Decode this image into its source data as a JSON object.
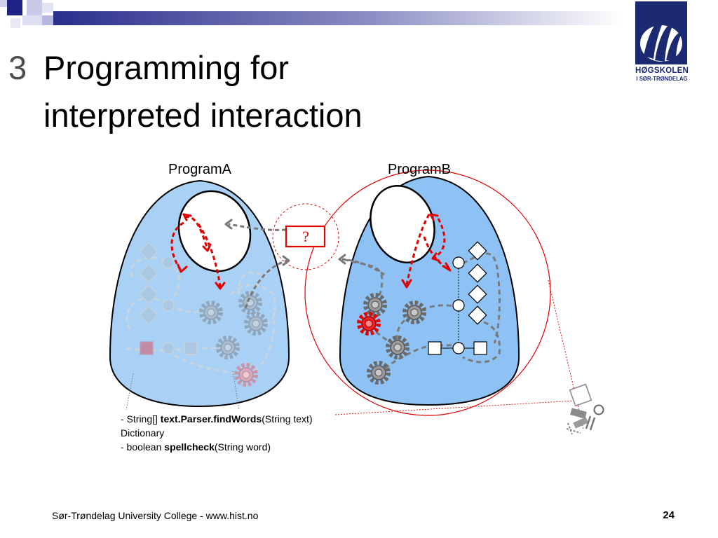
{
  "slide": {
    "number": "3",
    "title_line1": "Programming for",
    "title_line2": "interpreted interaction"
  },
  "logo": {
    "name": "HØGSKOLEN",
    "subname": "I SØR-TRØNDELAG"
  },
  "diagram": {
    "program_a_label": "ProgramA",
    "program_b_label": "ProgramB",
    "unknown_marker": "?"
  },
  "api": {
    "line1_prefix": "- String[] ",
    "line1_method": "text.Parser.findWords",
    "line1_params": "(String text)",
    "line2": "Dictionary",
    "line3_prefix": "- boolean ",
    "line3_method": "spellcheck",
    "line3_params": "(String word)"
  },
  "footer": {
    "organization": "Sør-Trøndelag University College - www.hist.no",
    "page_number": "24"
  },
  "colors": {
    "bag_a_fill": "#a9d1f5",
    "bag_b_fill": "#8ec2f4",
    "accent_red": "#e00000",
    "theme_blue": "#1c2a72"
  }
}
